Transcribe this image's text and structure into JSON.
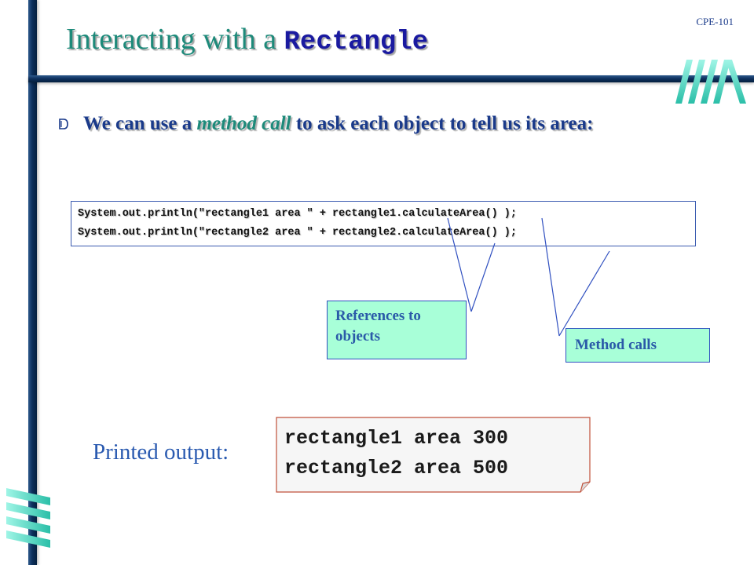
{
  "header": {
    "course_code": "CPE-101",
    "title_prefix": "Interacting with a ",
    "title_code": "Rectangle"
  },
  "bullet": {
    "icon": "bullet-d-icon",
    "text_before": "We can use a ",
    "text_emphasis": "method call",
    "text_after": " to ask each object to tell us its area:"
  },
  "code": {
    "lines": [
      "System.out.println(\"rectangle1 area \" + rectangle1.calculateArea() );",
      "System.out.println(\"rectangle2 area \" + rectangle2.calculateArea() );"
    ]
  },
  "callouts": {
    "references": "References to objects",
    "method_calls": "Method calls"
  },
  "output": {
    "label": "Printed output:",
    "lines": [
      "rectangle1 area 300",
      "rectangle2 area 500"
    ]
  },
  "colors": {
    "frame": "#0d2f5c",
    "title": "#1d8a7a",
    "bullet_text": "#1a3a8a",
    "callout_fill": "#a8ffd8",
    "output_border": "#c0503a",
    "logo": "#66e0cc"
  }
}
